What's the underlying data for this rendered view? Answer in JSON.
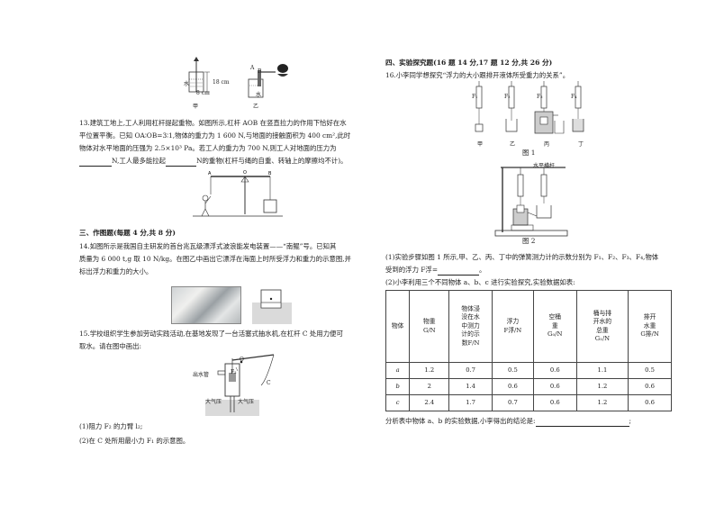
{
  "left": {
    "fig_jia": "甲",
    "fig_yi": "乙",
    "label_water": "水",
    "label_18cm": "18 cm",
    "label_8cm": "8 cm",
    "label_A": "A",
    "label_B": "B",
    "q13_lines": [
      "13.建筑工地上,工人利用杠杆提起重物。如图所示,杠杆 AOB 在竖直拉力的作用下恰好在水",
      "平位置平衡。已知 OA∶OB=3∶1,物体的重力为 1 600 N,与地面的接触面积为 400 cm²,此时",
      "物体对水平地面的压强为 2.5×10³ Pa。若工人的重力为 700 N,则工人对地面的压力为",
      "N,工人最多能拉起",
      "N的重物(杠杆与绳的自重、转轴上的摩擦均不计)。"
    ],
    "sec3_title": "三、作图题(每题 4 分,共 8 分)",
    "q14_lines": [
      "14.如图所示是我国自主研发的首台兆瓦级漂浮式波浪能发电装置——“南鲲”号。已知其",
      "质量为 6 000 t,g 取 10 N/kg。在图乙中画出它漂浮在海面上时所受浮力和重力的示意图,并",
      "标出浮力和重力的大小。"
    ],
    "q15_lines": [
      "15.学校组织学生参加劳动实践活动,在基地发现了一台活塞式抽水机,在杠杆 C 处用力便可",
      "取水。请在图中画出:"
    ],
    "pump_out": "出水管",
    "pump_air_left": "大气压",
    "pump_air_right": "大气压",
    "pump_O": "O",
    "pump_C": "C",
    "pump_F2": "F₂",
    "q15_sub1": "(1)阻力 F₂ 的力臂 l₂;",
    "q15_sub2": "(2)在 C 处所用最小力 F₁ 的示意图。"
  },
  "right": {
    "sec4_title": "四、实验探究题(16 题 14 分,17 题 12 分,共 26 分)",
    "q16_title": "16.小李同学想探究“浮力的大小跟排开液体所受重力的关系”。",
    "fig1_labels": [
      "甲",
      "乙",
      "丙",
      "丁"
    ],
    "fig1_forces": [
      "F₁",
      "F₂",
      "F₃",
      "F₄"
    ],
    "fig1_caption": "图 1",
    "fig2_top": "水平横杆",
    "fig2_caption": "图 2",
    "sub1_line1": "(1)实验步骤如图 1 所示,甲、乙、丙、丁中的弹簧测力计的示数分别为 F₁、F₂、F₃、F₄,物体",
    "sub1_line2": "受到的浮力 F浮=",
    "sub1_end": "。",
    "sub2_line": "(2)小李利用三个不同物体 a、b、c 进行实验探究,实验数据如表:",
    "table": {
      "headers": [
        "物体",
        "物重\nG/N",
        "物体浸\n没在水\n中测力\n计的示\n数F/N",
        "浮力\nF浮/N",
        "空桶\n重\nG₀/N",
        "桶与排\n开水的\n总重\nG₁/N",
        "排开\n水重\nG排/N"
      ],
      "rows": [
        [
          "a",
          "1.2",
          "0.7",
          "0.5",
          "0.6",
          "1.1",
          "0.5"
        ],
        [
          "b",
          "2",
          "1.4",
          "0.6",
          "0.6",
          "1.2",
          "0.6"
        ],
        [
          "c",
          "2.4",
          "1.7",
          "0.7",
          "0.6",
          "1.2",
          "0.6"
        ]
      ]
    },
    "analysis_line": "分析表中物体 a、b 的实验数据,小李得出的结论是:",
    "analysis_end": ";"
  }
}
